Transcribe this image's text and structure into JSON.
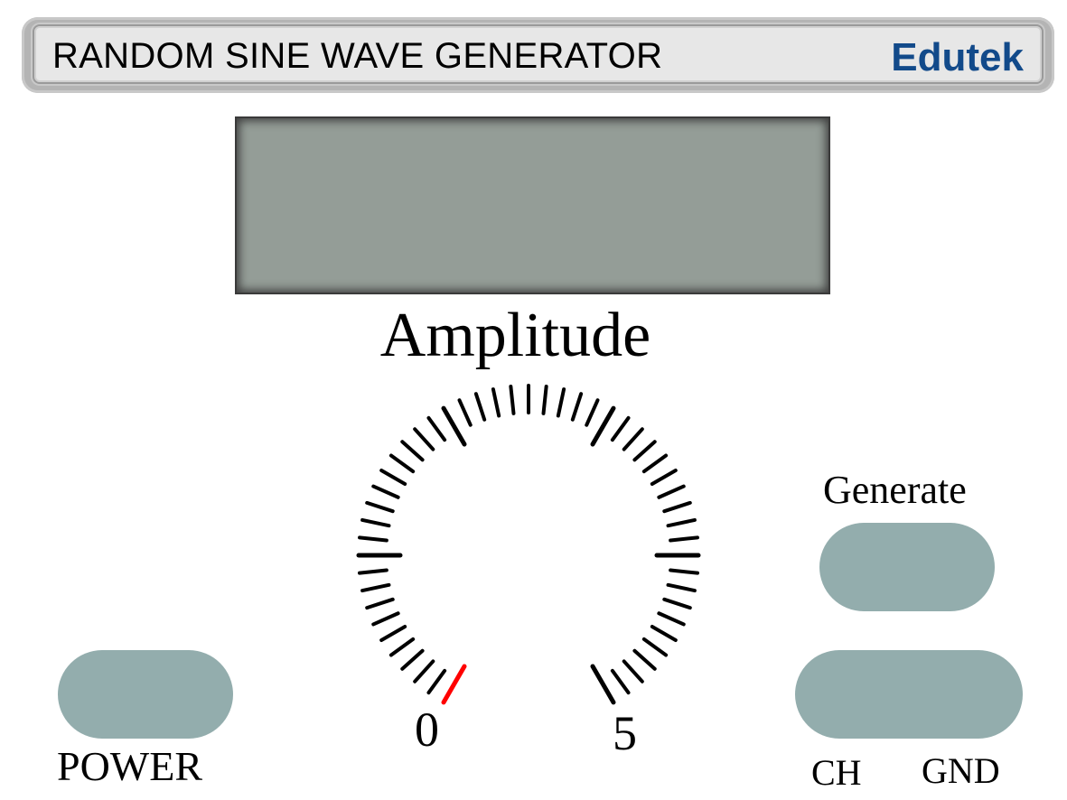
{
  "header": {
    "title": "RANDOM SINE WAVE GENERATOR",
    "brand": "Edutek"
  },
  "display": {
    "text": ""
  },
  "amplitude": {
    "label": "Amplitude",
    "min_label": "0",
    "max_label": "5",
    "min": 0,
    "max": 5,
    "value": 0,
    "major_divisions": 5,
    "minor_per_major": 10,
    "indicator_color": "#ff0000"
  },
  "buttons": {
    "power_label": "POWER",
    "generate_label": "Generate",
    "ch_label": "CH",
    "gnd_label": "GND"
  },
  "colors": {
    "button": "#93adad",
    "display": "#949d97",
    "brand": "#124a8a"
  }
}
